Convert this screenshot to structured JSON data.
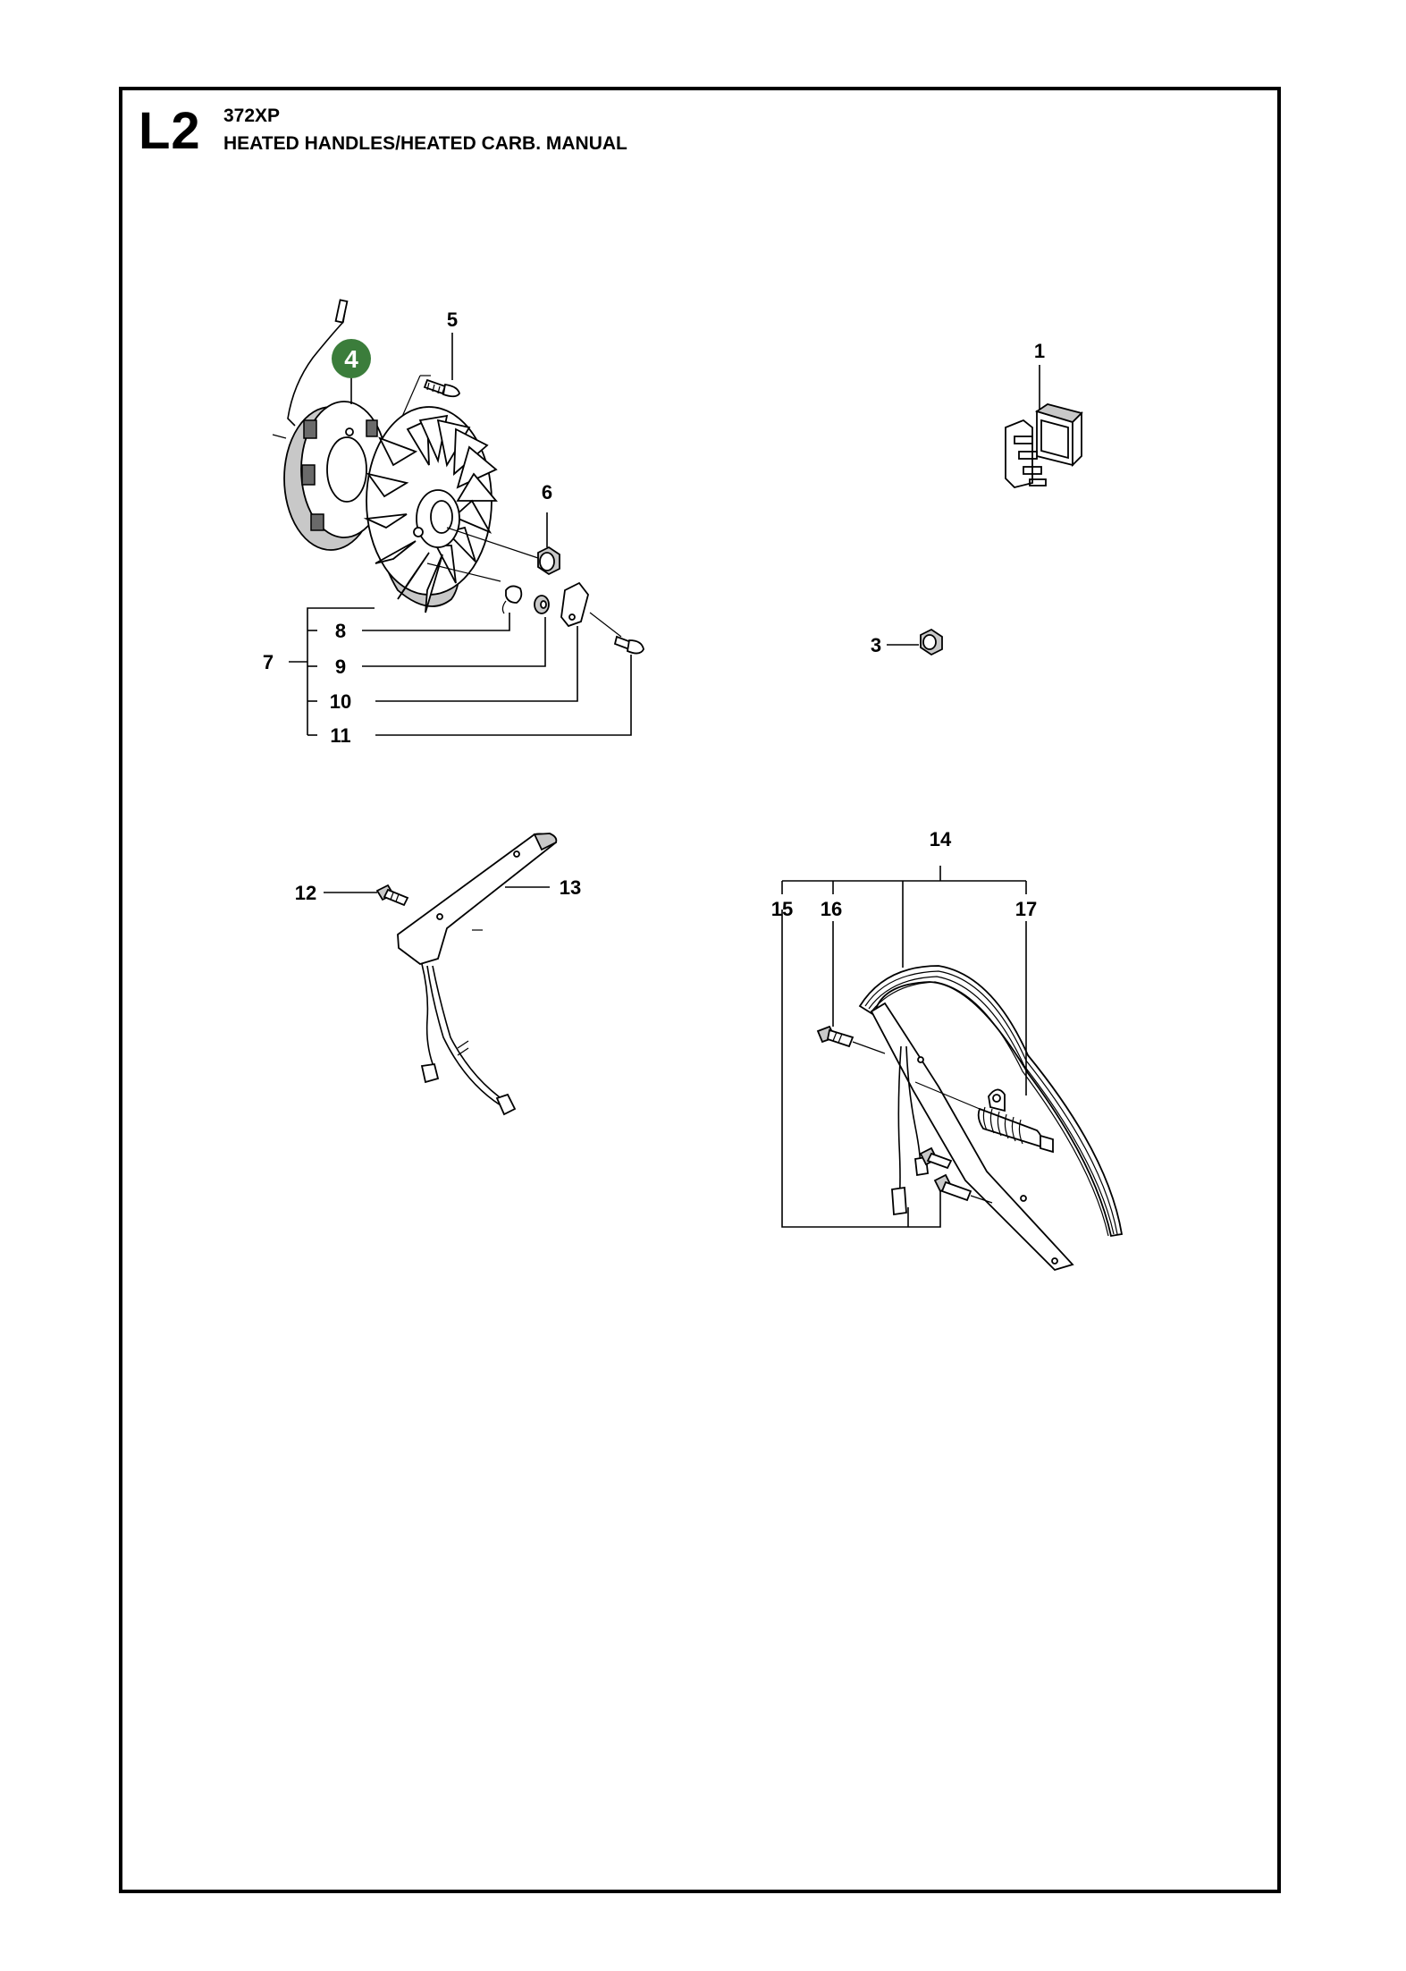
{
  "header": {
    "section": "L2",
    "model": "372XP",
    "title": "HEATED HANDLES/HEATED CARB. MANUAL"
  },
  "parts": [
    {
      "id": "p1",
      "label": "1",
      "name": "switch"
    },
    {
      "id": "p3",
      "label": "3",
      "name": "nut"
    },
    {
      "id": "p4",
      "label": "4",
      "name": "generator-coil",
      "highlight_color": "#3b7d3b"
    },
    {
      "id": "p5",
      "label": "5",
      "name": "screw"
    },
    {
      "id": "p6",
      "label": "6",
      "name": "flange-nut"
    },
    {
      "id": "p7",
      "label": "7",
      "name": "flywheel-kit"
    },
    {
      "id": "p8",
      "label": "8",
      "name": "spring"
    },
    {
      "id": "p9",
      "label": "9",
      "name": "washer"
    },
    {
      "id": "p10",
      "label": "10",
      "name": "pawl"
    },
    {
      "id": "p11",
      "label": "11",
      "name": "screw"
    },
    {
      "id": "p12",
      "label": "12",
      "name": "screw"
    },
    {
      "id": "p13",
      "label": "13",
      "name": "heating-element"
    },
    {
      "id": "p14",
      "label": "14",
      "name": "handle-bar-kit"
    },
    {
      "id": "p15",
      "label": "15",
      "name": "handle-bar"
    },
    {
      "id": "p16",
      "label": "16",
      "name": "screw"
    },
    {
      "id": "p17",
      "label": "17",
      "name": "vibration-damper"
    }
  ]
}
